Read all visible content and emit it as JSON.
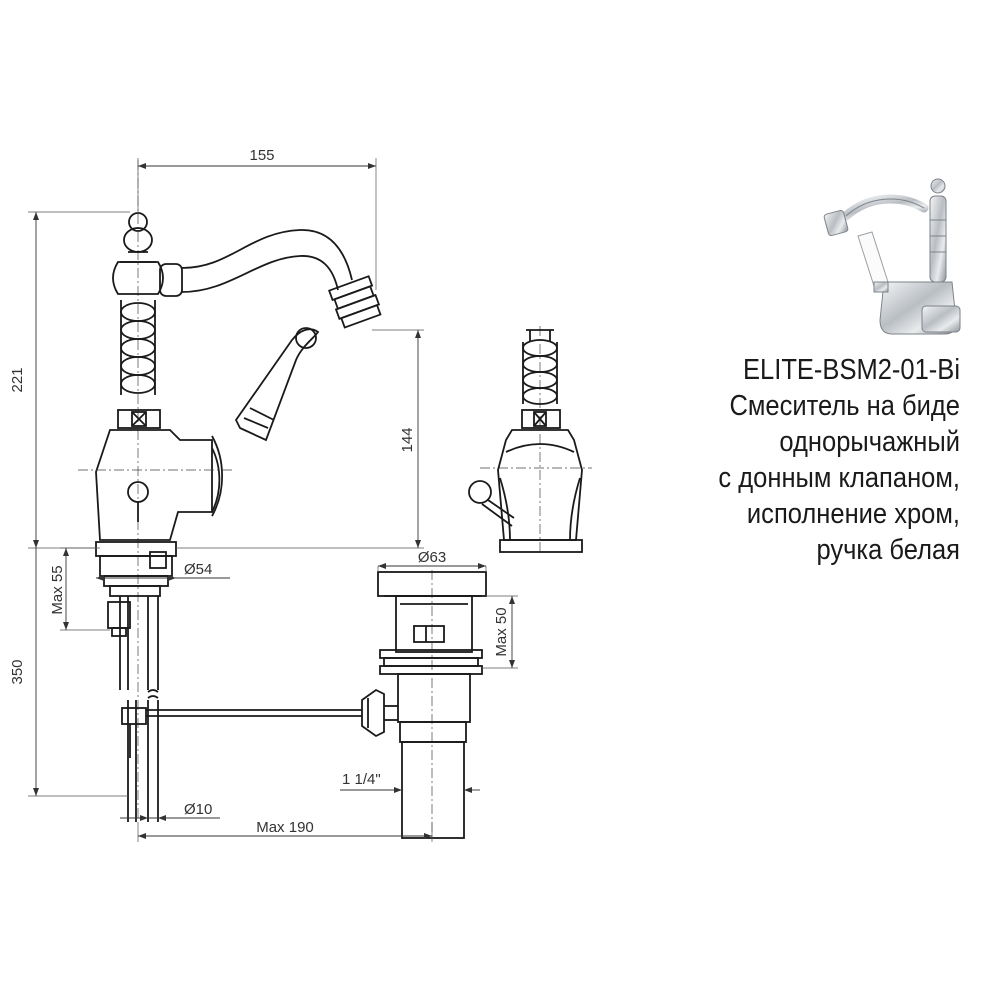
{
  "product": {
    "model": "ELITE-BSM2-01-Bi",
    "description_lines": [
      "Смеситель на биде",
      "однорычажный",
      "с донным клапаном,",
      "исполнение хром,",
      "ручка белая"
    ]
  },
  "dimensions": {
    "overall_length": "155",
    "overall_height": "221",
    "spout_height": "144",
    "base_diameter": "Ø54",
    "shank_max_length": "Max 55",
    "installation_depth": "350",
    "waste_top_diameter": "Ø63",
    "waste_max_height": "Max 50",
    "waste_thread": "1 1/4\"",
    "rod_diameter": "Ø10",
    "rod_max_length": "Max 190"
  },
  "thumbnail": {
    "subject": "faucet-photo",
    "finish_color": "#c8ccd0"
  }
}
